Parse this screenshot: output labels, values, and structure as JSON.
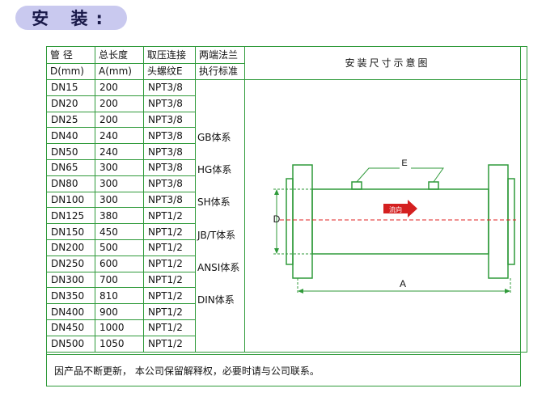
{
  "title": "安 装:",
  "headers": {
    "col1_line1": "管    径",
    "col1_line2": "D(mm)",
    "col2_line1": "总长度",
    "col2_line2": "A(mm)",
    "col3_line1": "取压连接",
    "col3_line2": "头螺纹E",
    "col4_line1": "两端法兰",
    "col4_line2": "执行标准",
    "diagram": "安装尺寸示意图"
  },
  "rows": [
    {
      "dn": "DN15",
      "a": "200",
      "e": "NPT3/8"
    },
    {
      "dn": "DN20",
      "a": "200",
      "e": "NPT3/8"
    },
    {
      "dn": "DN25",
      "a": "200",
      "e": "NPT3/8"
    },
    {
      "dn": "DN40",
      "a": "240",
      "e": "NPT3/8"
    },
    {
      "dn": "DN50",
      "a": "240",
      "e": "NPT3/8"
    },
    {
      "dn": "DN65",
      "a": "300",
      "e": "NPT3/8"
    },
    {
      "dn": "DN80",
      "a": "300",
      "e": "NPT3/8"
    },
    {
      "dn": "DN100",
      "a": "300",
      "e": "NPT3/8"
    },
    {
      "dn": "DN125",
      "a": "380",
      "e": "NPT1/2"
    },
    {
      "dn": "DN150",
      "a": "450",
      "e": "NPT1/2"
    },
    {
      "dn": "DN200",
      "a": "500",
      "e": "NPT1/2"
    },
    {
      "dn": "DN250",
      "a": "600",
      "e": "NPT1/2"
    },
    {
      "dn": "DN300",
      "a": "700",
      "e": "NPT1/2"
    },
    {
      "dn": "DN350",
      "a": "810",
      "e": "NPT1/2"
    },
    {
      "dn": "DN400",
      "a": "900",
      "e": "NPT1/2"
    },
    {
      "dn": "DN450",
      "a": "1000",
      "e": "NPT1/2"
    },
    {
      "dn": "DN500",
      "a": "1050",
      "e": "NPT1/2"
    }
  ],
  "standards": [
    "GB体系",
    "HG体系",
    "SH体系",
    "JB/T体系",
    "ANSI体系",
    "DIN体系"
  ],
  "diagram_labels": {
    "e": "E",
    "d": "D",
    "a": "A",
    "flow": "流向"
  },
  "footer": "因产品不断更新，  本公司保留解释权，必要时请与公司联系。",
  "colors": {
    "grid": "#2f9a3a",
    "title_bg": "#c9c9ef",
    "flow_arrow": "#d42020",
    "centerline": "#e02020"
  }
}
